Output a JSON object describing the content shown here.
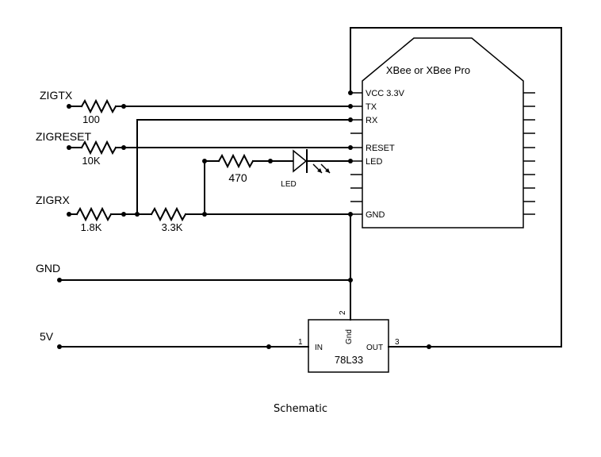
{
  "diagram": {
    "module": {
      "title": "XBee or XBee Pro",
      "pins": {
        "vcc": "VCC 3.3V",
        "tx": "TX",
        "rx": "RX",
        "reset": "RESET",
        "led": "LED",
        "gnd": "GND"
      }
    },
    "signals": {
      "zigtx": "ZIGTX",
      "zigreset": "ZIGRESET",
      "zigrx": "ZIGRX",
      "gnd": "GND",
      "v5": "5V"
    },
    "components": {
      "r_tx": "100",
      "r_reset": "10K",
      "r_rx1": "1.8K",
      "r_rx2": "3.3K",
      "r_led": "470",
      "led": "LED"
    },
    "regulator": {
      "name": "78L33",
      "pin_in": "IN",
      "pin_gnd": "Gnd",
      "pin_out": "OUT",
      "pin1": "1",
      "pin2": "2",
      "pin3": "3"
    }
  },
  "caption": "Schematic"
}
